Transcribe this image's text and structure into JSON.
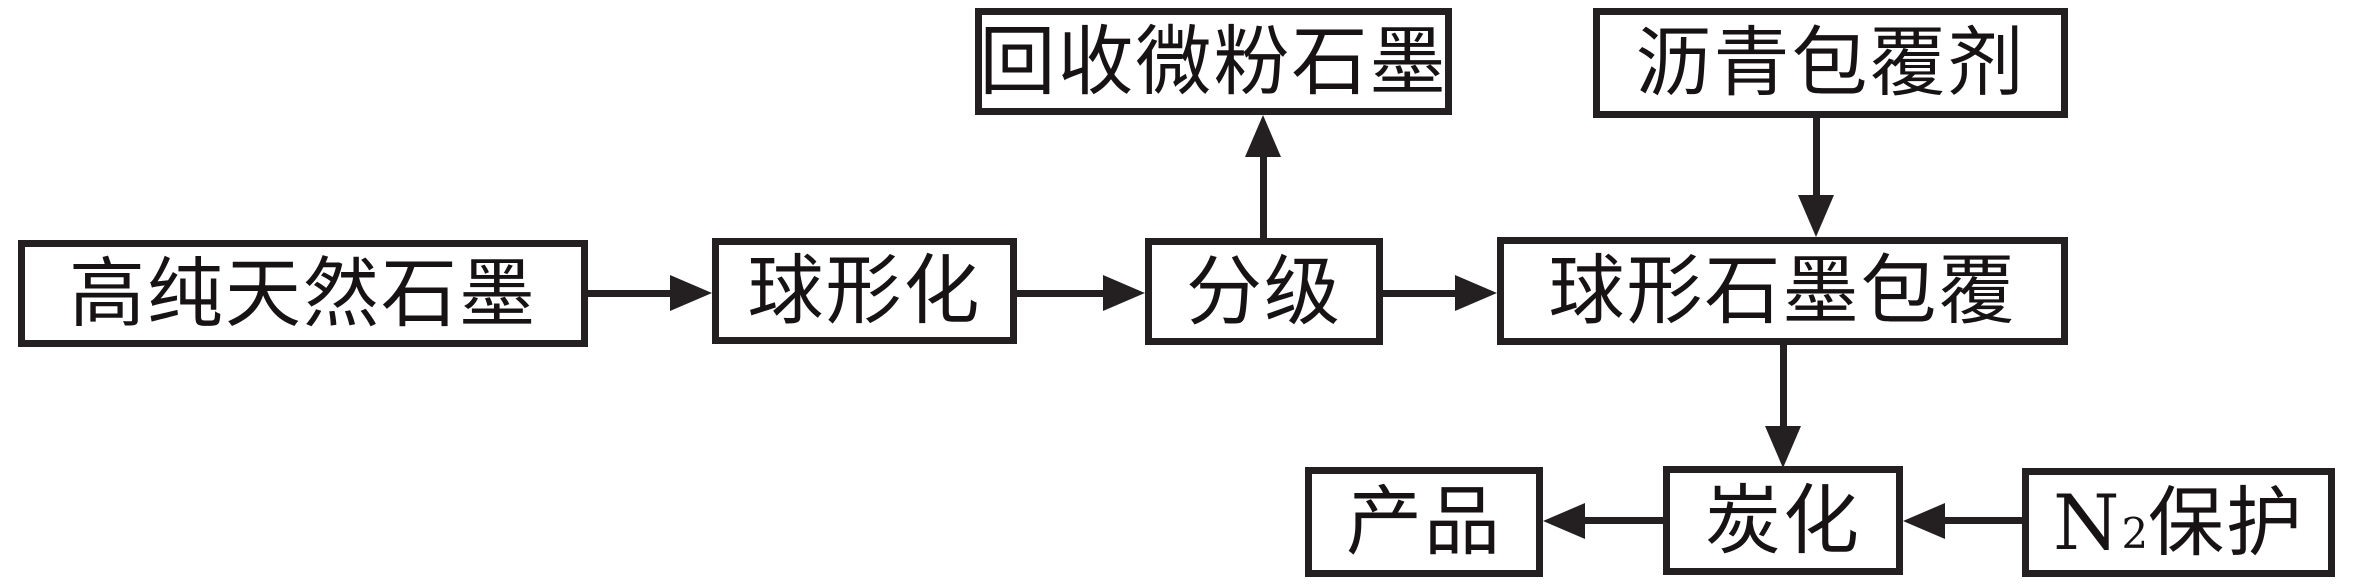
{
  "colors": {
    "background": "#ffffff",
    "line": "#241f20",
    "text": "#171314"
  },
  "boxes": {
    "natural_graphite": {
      "label": "高纯天然石墨"
    },
    "spheroidization": {
      "label": "球形化"
    },
    "classification": {
      "label": "分级"
    },
    "recovered_fine_graphite": {
      "label": "回收微粉石墨"
    },
    "pitch_coating_agent": {
      "label": "沥青包覆剂"
    },
    "spherical_graphite_coating": {
      "label": "球形石墨包覆"
    },
    "product": {
      "label": "产品"
    },
    "carbonization": {
      "label": "炭化"
    },
    "n2_protection": {
      "base": "N",
      "subscript": "2",
      "suffix": "保护"
    }
  },
  "edges": [
    {
      "from": "natural_graphite",
      "to": "spheroidization",
      "direction": "right"
    },
    {
      "from": "spheroidization",
      "to": "classification",
      "direction": "right"
    },
    {
      "from": "classification",
      "to": "recovered_fine_graphite",
      "direction": "up"
    },
    {
      "from": "classification",
      "to": "spherical_graphite_coating",
      "direction": "right"
    },
    {
      "from": "pitch_coating_agent",
      "to": "spherical_graphite_coating",
      "direction": "down"
    },
    {
      "from": "spherical_graphite_coating",
      "to": "carbonization",
      "direction": "down"
    },
    {
      "from": "n2_protection",
      "to": "carbonization",
      "direction": "left"
    },
    {
      "from": "carbonization",
      "to": "product",
      "direction": "left"
    }
  ]
}
